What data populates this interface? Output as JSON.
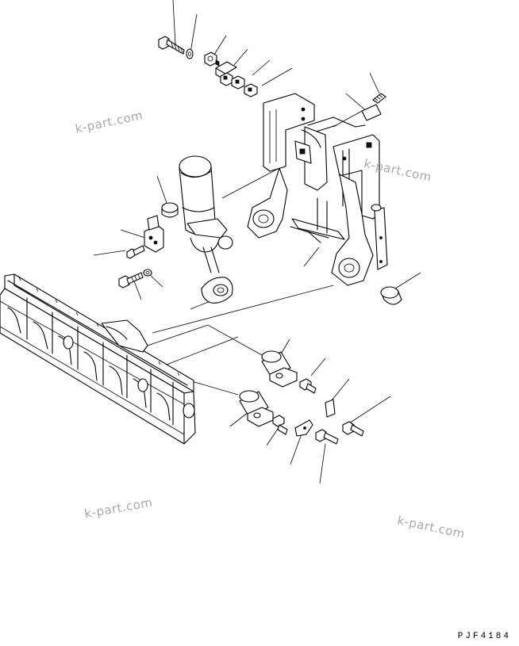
{
  "watermarks": [
    "k-part.com",
    "k-part.com",
    "k-part.com",
    "k-part.com"
  ],
  "drawing_code": "PJF4184"
}
